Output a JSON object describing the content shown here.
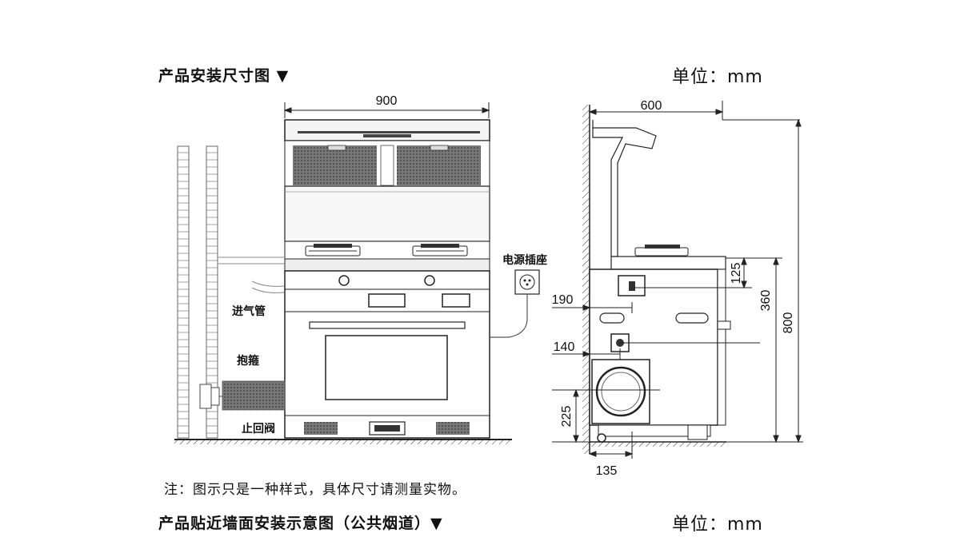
{
  "header": {
    "title": "产品安装尺寸图",
    "unit": "单位：mm"
  },
  "front_view": {
    "width_dim": "900",
    "label_socket": "电源插座",
    "label_inlet": "进气管",
    "label_clamp": "抱箍",
    "label_valve": "止回阀"
  },
  "side_view": {
    "depth_dim": "600",
    "height_total": "800",
    "dim_125": "125",
    "dim_360": "360",
    "dim_190": "190",
    "dim_140": "140",
    "dim_225": "225",
    "dim_135": "135"
  },
  "note": "注：图示只是一种样式，具体尺寸请测量实物。",
  "footer": {
    "title": "产品贴近墙面安装示意图（公共烟道）",
    "unit": "单位：mm"
  }
}
